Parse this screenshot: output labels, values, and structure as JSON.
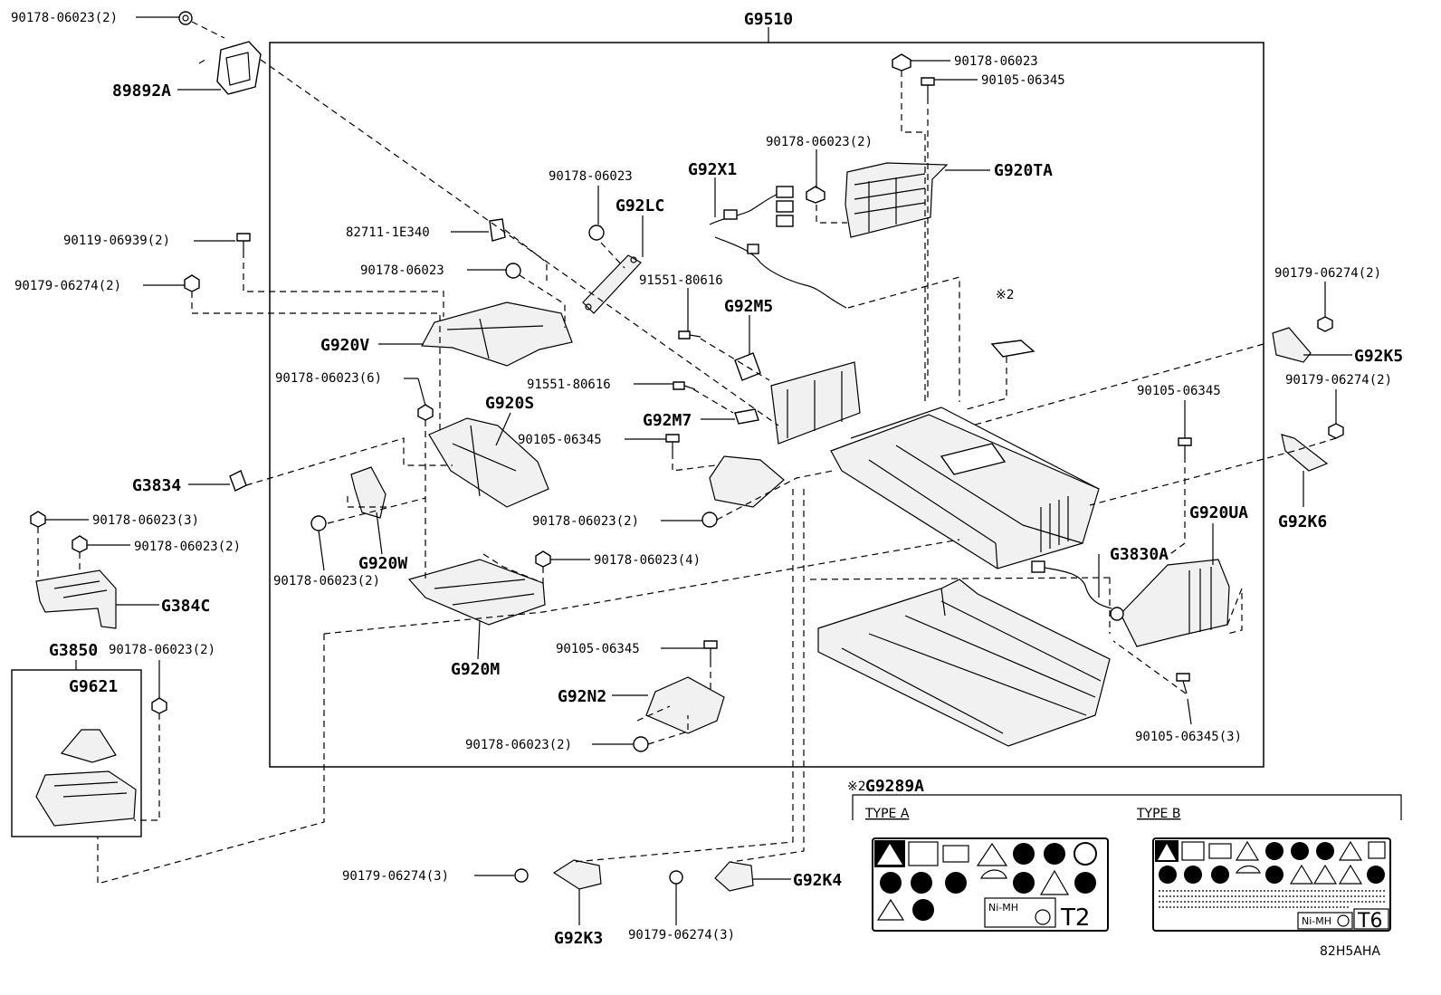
{
  "assembly": "G9510",
  "diagram_code": "82H5AHA",
  "labels": {
    "l89892a": "89892A",
    "n90178_2_top": "90178-06023(2)",
    "n90178_top_right": "90178-06023",
    "n90105_top_right": "90105-06345",
    "n90178_2_center": "90178-06023(2)",
    "g920ta": "G920TA",
    "g92x1": "G92X1",
    "n90178_mid": "90178-06023",
    "g92lc": "G92LC",
    "n82711": "82711-1E340",
    "n90119": "90119-06939(2)",
    "n90178_g92lc": "90178-06023",
    "n91551_a": "91551-80616",
    "g92m5": "G92M5",
    "n90179_left": "90179-06274(2)",
    "note2": "※2",
    "n90179_right_a": "90179-06274(2)",
    "g92k5": "G92K5",
    "n90179_right_b": "90179-06274(2)",
    "g920v": "G920V",
    "n90178_6": "90178-06023(6)",
    "n91551_b": "91551-80616",
    "g920s": "G920S",
    "g92m7": "G92M7",
    "n90105_right": "90105-06345",
    "n90105_mid": "90105-06345",
    "g3834": "G3834",
    "g92k6": "G92K6",
    "n90178_2_m7": "90178-06023(2)",
    "g920ua": "G920UA",
    "n90178_3": "90178-06023(3)",
    "n90178_2_g384c": "90178-06023(2)",
    "g3830a": "G3830A",
    "g920w": "G920W",
    "n90178_2_w": "90178-06023(2)",
    "n90178_4": "90178-06023(4)",
    "g384c": "G384C",
    "g3850": "G3850",
    "n90178_2_g3850": "90178-06023(2)",
    "g9621": "G9621",
    "g920m": "G920M",
    "n90105_n2": "90105-06345",
    "g92n2": "G92N2",
    "n90178_2_n2": "90178-06023(2)",
    "n90105_3": "90105-06345(3)",
    "g9289a": "G9289A",
    "note2_b": "※2",
    "type_a": "TYPE A",
    "type_b": "TYPE B",
    "n90179_3_a": "90179-06274(3)",
    "g92k4": "G92K4",
    "g92k3": "G92K3",
    "n90179_3_b": "90179-06274(3)",
    "nimh_a": "Ni-MH",
    "nimh_b": "Ni-MH",
    "t2": "T2",
    "t6": "T6"
  }
}
